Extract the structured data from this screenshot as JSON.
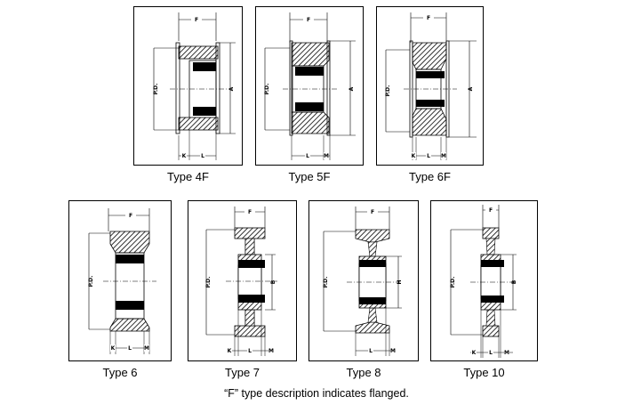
{
  "labels": {
    "face_width": "F",
    "pitch_diameter": "P.D.",
    "outside_dim": "A",
    "dim_k": "K",
    "dim_l": "L",
    "dim_m": "M",
    "dim_b": "B",
    "dim_h": "H"
  },
  "pulley_types": [
    {
      "caption": "Type 4F"
    },
    {
      "caption": "Type 5F"
    },
    {
      "caption": "Type 6F"
    },
    {
      "caption": "Type 6"
    },
    {
      "caption": "Type 7"
    },
    {
      "caption": "Type 8"
    },
    {
      "caption": "Type 10"
    }
  ],
  "footnote": "“F” type description indicates flanged."
}
